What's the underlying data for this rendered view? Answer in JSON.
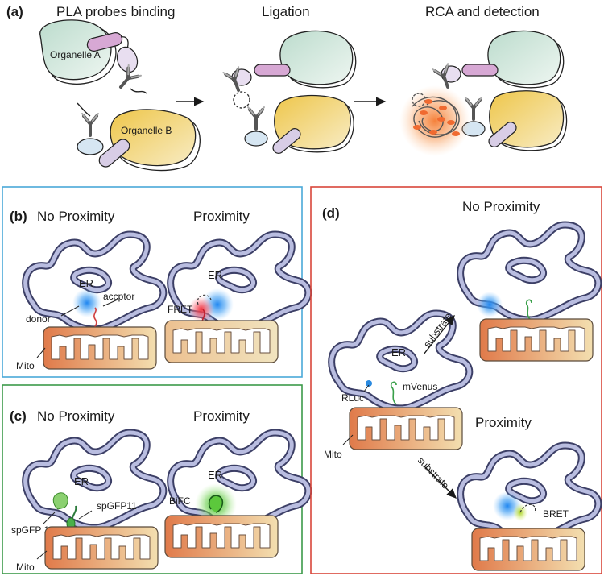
{
  "panels": {
    "a": {
      "letter": "(a)",
      "steps": [
        "PLA probes binding",
        "Ligation",
        "RCA and detection"
      ],
      "organelle_a": "Organelle A",
      "organelle_b": "Organelle B"
    },
    "b": {
      "letter": "(b)",
      "no_proximity": "No Proximity",
      "proximity": "Proximity",
      "er": "ER",
      "donor": "donor",
      "acceptor": "accptor",
      "fret": "FRET",
      "mito": "Mito"
    },
    "c": {
      "letter": "(c)",
      "no_proximity": "No Proximity",
      "proximity": "Proximity",
      "er": "ER",
      "spgfp1_10": "spGFP 1-10",
      "spgfp11": "spGFP11",
      "bifc": "BiFC",
      "mito": "Mito"
    },
    "d": {
      "letter": "(d)",
      "no_proximity": "No Proximity",
      "proximity": "Proximity",
      "er": "ER",
      "rluc": "RLuc",
      "mvenus": "mVenus",
      "mito": "Mito",
      "substrate_up": "substrate",
      "substrate_down": "substrate",
      "bret": "BRET"
    }
  },
  "colors": {
    "panel_b_border": "#4aa8d8",
    "panel_c_border": "#3c9a4a",
    "panel_d_border": "#d9463a",
    "er_fill": "#b9bde0",
    "er_stroke": "#3c3f66",
    "mito_orange": "#e07a4a",
    "mito_light": "#f3dfb0",
    "organelle_a": "#d6ebe2",
    "organelle_b": "#f2d27a",
    "donor_glow": "#2f8ff0",
    "fret_glow": "#f04a5a",
    "gfp_glow": "#5cc83c",
    "rca_glow": "#f5a050"
  }
}
